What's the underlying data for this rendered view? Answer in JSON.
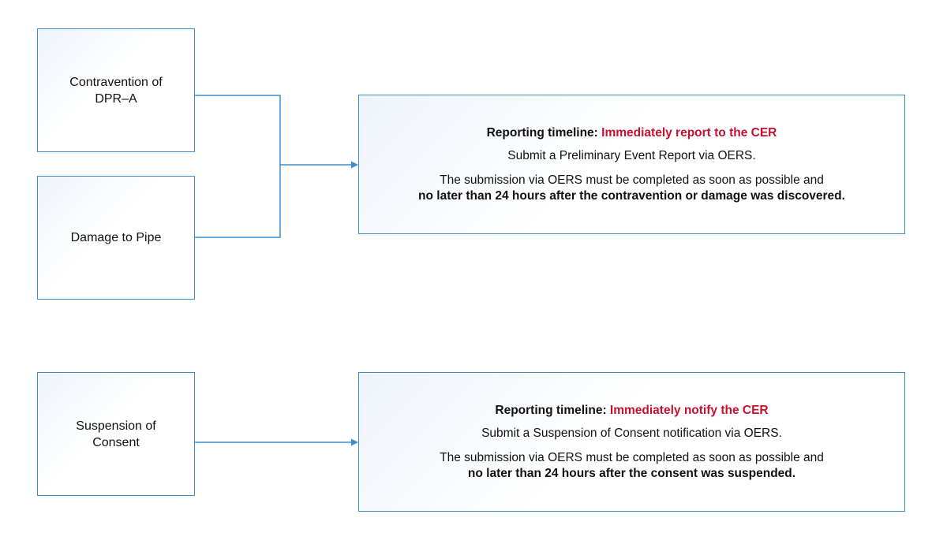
{
  "sources": {
    "contravention": {
      "line1": "Contravention of",
      "line2": "DPR–A"
    },
    "damage": {
      "line1": "Damage to Pipe"
    },
    "suspension": {
      "line1": "Suspension of",
      "line2": "Consent"
    }
  },
  "outcomes": {
    "report": {
      "timeline_label": "Reporting timeline:",
      "timeline_value": "Immediately report to the CER",
      "instruction": "Submit a Preliminary Event Report via OERS.",
      "deadline_line1": "The submission via OERS must be completed as soon as possible and",
      "deadline_line2": "no later than 24 hours after the contravention or damage was discovered."
    },
    "notify": {
      "timeline_label": "Reporting timeline:",
      "timeline_value": "Immediately notify the CER",
      "instruction": "Submit a Suspension of Consent notification via OERS.",
      "deadline_line1": "The submission via OERS must be completed as soon as possible and",
      "deadline_line2": "no later than 24 hours after the consent was suspended."
    }
  },
  "colors": {
    "border": "#3a8fcd",
    "accent": "#c8102e",
    "connector": "#3a8fcd"
  }
}
